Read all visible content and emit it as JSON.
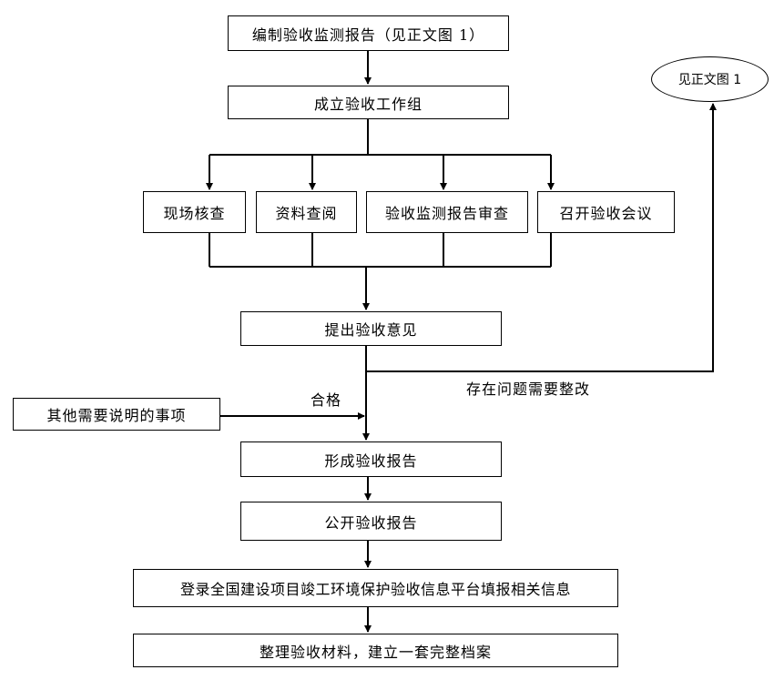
{
  "nodes": {
    "compile_report": "编制验收监测报告（见正文图 1）",
    "form_group": "成立验收工作组",
    "site_check": "现场核查",
    "doc_review": "资料查阅",
    "report_review": "验收监测报告审查",
    "meeting": "召开验收会议",
    "opinion": "提出验收意见",
    "other_items": "其他需要说明的事项",
    "form_report": "形成验收报告",
    "publish_report": "公开验收报告",
    "register_platform": "登录全国建设项目竣工环境保护验收信息平台填报相关信息",
    "archive": "整理验收材料，建立一套完整档案",
    "see_figure": "见正文图 1"
  },
  "labels": {
    "pass": "合格",
    "issues": "存在问题需要整改"
  }
}
